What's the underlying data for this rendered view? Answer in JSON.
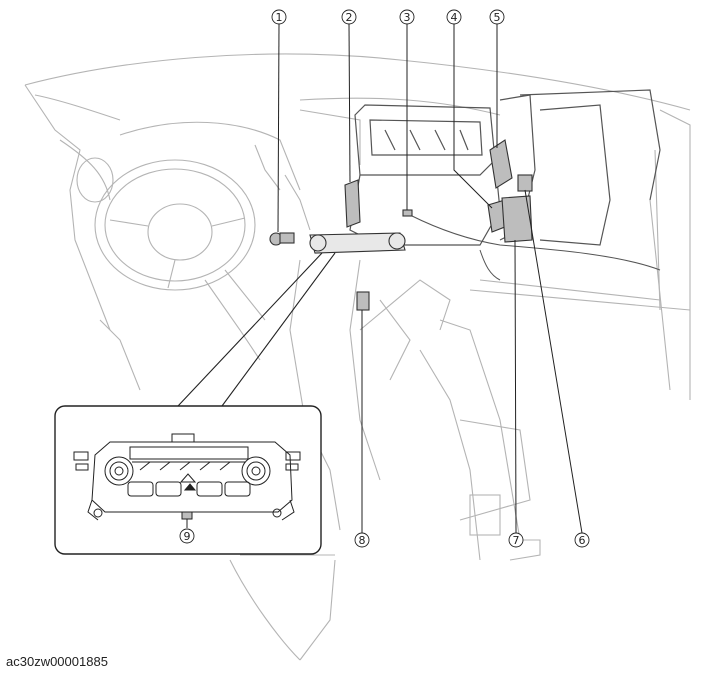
{
  "figure": {
    "caption": "ac30zw00001885"
  },
  "callouts": [
    {
      "num": "1",
      "label": ""
    },
    {
      "num": "2",
      "label": ""
    },
    {
      "num": "3",
      "label": ""
    },
    {
      "num": "4",
      "label": ""
    },
    {
      "num": "5",
      "label": ""
    },
    {
      "num": "6",
      "label": ""
    },
    {
      "num": "7",
      "label": ""
    },
    {
      "num": "8",
      "label": ""
    },
    {
      "num": "9",
      "label": ""
    }
  ],
  "colors": {
    "outline": "#b4b4b4",
    "ink": "#222222",
    "part_fill": "#bdbdbd"
  }
}
